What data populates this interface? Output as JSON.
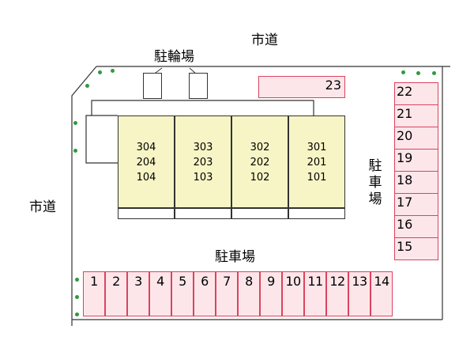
{
  "labels": {
    "road_top": "市道",
    "road_left": "市道",
    "bicycle_parking": "駐輪場",
    "parking_center": "駐車場",
    "parking_right": [
      "駐",
      "車",
      "場"
    ]
  },
  "building": {
    "units": [
      {
        "rooms": [
          "304",
          "204",
          "104"
        ]
      },
      {
        "rooms": [
          "303",
          "203",
          "103"
        ]
      },
      {
        "rooms": [
          "302",
          "202",
          "102"
        ]
      },
      {
        "rooms": [
          "301",
          "201",
          "101"
        ]
      }
    ]
  },
  "parking": {
    "bottom_row": [
      "1",
      "2",
      "3",
      "4",
      "5",
      "6",
      "7",
      "8",
      "9",
      "10",
      "11",
      "12",
      "13",
      "14"
    ],
    "right_column": [
      "22",
      "21",
      "20",
      "19",
      "18",
      "17",
      "16",
      "15"
    ],
    "top_space": "23"
  },
  "colors": {
    "parking_fill": "#fde6ea",
    "parking_border": "#d9445f",
    "building_fill": "#f7f5c6",
    "tree_dot": "#2f9a3f"
  }
}
